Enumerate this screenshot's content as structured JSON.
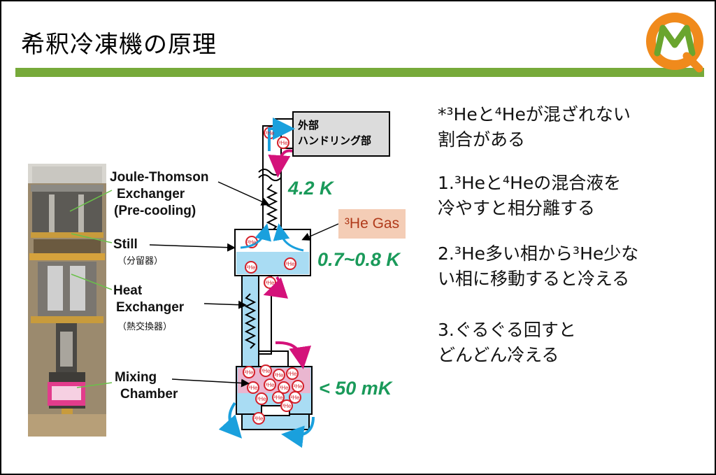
{
  "title": "希釈冷凍機の原理",
  "notes": [
    {
      "lines": [
        "*³Heと⁴Heが混ざれない",
        "割合がある"
      ]
    },
    {
      "lines": [
        "1.³Heと⁴Heの混合液を",
        "冷やすと相分離する"
      ]
    },
    {
      "lines": [
        "2.³He多い相から³He少な",
        "い相に移動すると冷える"
      ]
    },
    {
      "lines": [
        "3.ぐるぐる回すと",
        "どんどん冷える"
      ]
    }
  ],
  "labels": {
    "joule_thomson": [
      "Joule-Thomson",
      "Exchanger",
      "(Pre-cooling)"
    ],
    "still": "Still",
    "still_sub": "（分留器）",
    "heat_exchanger": [
      "Heat",
      "Exchanger"
    ],
    "heat_exchanger_sub": "（熱交換器）",
    "mixing_chamber": [
      "Mixing",
      "Chamber"
    ]
  },
  "handling": [
    "外部",
    "ハンドリング部"
  ],
  "temps": {
    "t1": "4.2 K",
    "t2": "0.7~0.8 K",
    "t3": "< 50 mK"
  },
  "gas_label": "³He Gas",
  "atom_label": "³He",
  "colors": {
    "accent_green": "#77aa3a",
    "temp_green": "#1a9a5a",
    "liquid_blue": "#a9dcf3",
    "rich_pink": "#eab6d0",
    "atom_red": "#d4202a",
    "arrow_blue": "#1aa0dd",
    "arrow_magenta": "#d4127a",
    "logo_orange": "#f08a1c"
  }
}
